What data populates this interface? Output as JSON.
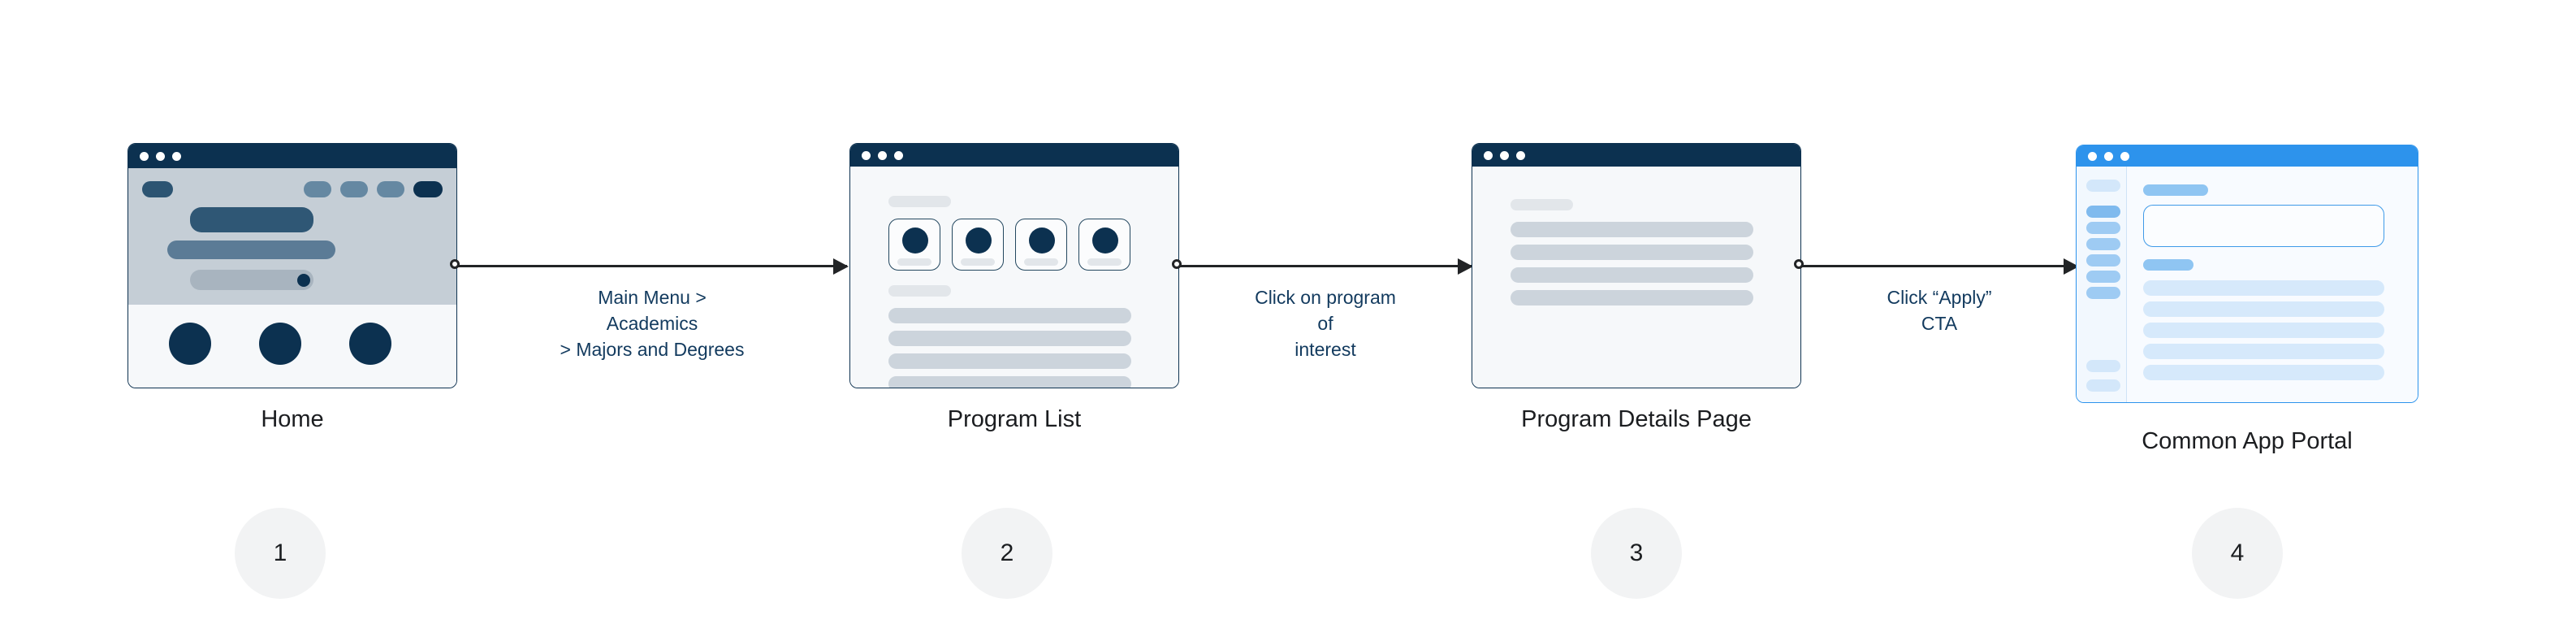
{
  "diagram": {
    "title": "Application journey flow",
    "background": "#ffffff",
    "accent_navy": "#0c3150",
    "accent_blue": "#2d93ec",
    "label_color": "#123a5e"
  },
  "nodes": [
    {
      "id": "home",
      "label": "Home",
      "step": "1",
      "chrome": "navy",
      "window_dots": 3,
      "nav": {
        "logo": "logo-pill",
        "items": [
          "nav-item-1",
          "nav-item-2",
          "nav-item-3",
          "nav-item-cta"
        ]
      },
      "hero": {
        "bars": [
          "hero-headline",
          "hero-subhead",
          "hero-search"
        ],
        "knob": "hero-search-button"
      },
      "feature_circles": 3
    },
    {
      "id": "program-list",
      "label": "Program List",
      "step": "2",
      "chrome": "navy",
      "window_dots": 3,
      "section_heading": "list-heading",
      "tiles": 4,
      "second_heading": "results-heading",
      "skeleton_rows": 4
    },
    {
      "id": "program-details",
      "label": "Program Details Page",
      "step": "3",
      "chrome": "navy",
      "window_dots": 3,
      "section_heading": "details-heading",
      "skeleton_rows": 4
    },
    {
      "id": "common-app-portal",
      "label": "Common App Portal",
      "step": "4",
      "chrome": "blue",
      "window_dots": 3,
      "sidebar": {
        "top_item": "portal-nav-top",
        "items": [
          "portal-nav-1",
          "portal-nav-2",
          "portal-nav-3",
          "portal-nav-4",
          "portal-nav-5",
          "portal-nav-6"
        ],
        "active_index": 0,
        "bottom_items": [
          "portal-nav-footer-1",
          "portal-nav-footer-2"
        ]
      },
      "main": {
        "heading": "form-heading",
        "input_box": "form-textarea",
        "sub_heading": "form-subheading",
        "rows": 5
      }
    }
  ],
  "connectors": [
    {
      "id": "home-to-program-list",
      "label": "Main Menu > Academics\n> Majors and Degrees",
      "from": "home",
      "to": "program-list"
    },
    {
      "id": "program-list-to-details",
      "label": "Click on program of\ninterest",
      "from": "program-list",
      "to": "program-details"
    },
    {
      "id": "details-to-portal",
      "label": "Click “Apply” CTA",
      "from": "program-details",
      "to": "common-app-portal"
    }
  ]
}
